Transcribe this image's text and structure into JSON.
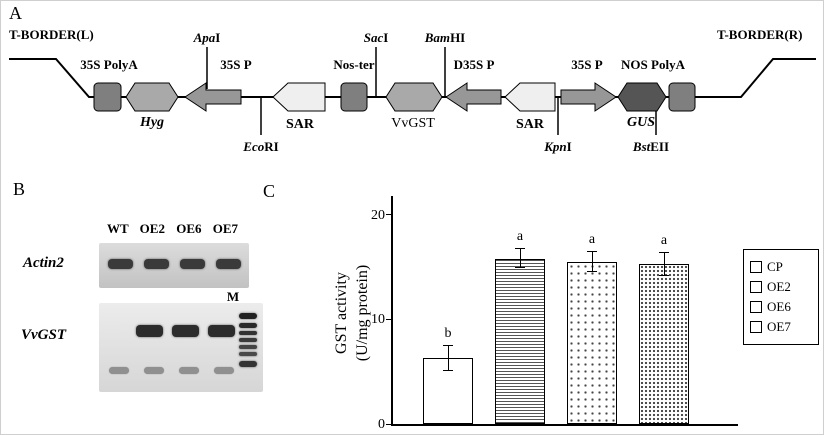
{
  "figure": {
    "panel_a": {
      "label": "A",
      "t_border_left": "T-BORDER(L)",
      "t_border_right": "T-BORDER(R)",
      "region_labels": {
        "polyA_35s": "35S PolyA",
        "p35s_1": "35S P",
        "nos_ter": "Nos-ter",
        "d35s_p": "D35S P",
        "p35s_2": "35S P",
        "nos_polyA": "NOS PolyA"
      },
      "gene_labels": {
        "hyg": "Hyg",
        "sar1": "SAR",
        "vvgst": "VvGST",
        "sar2": "SAR",
        "gus": "GUS"
      },
      "restriction_sites": {
        "apaI": {
          "italic": "Apa",
          "roman": "I"
        },
        "sacI": {
          "italic": "Sac",
          "roman": "I"
        },
        "bamHI": {
          "italic": "Bam",
          "roman": "HI"
        },
        "ecoRI": {
          "italic": "Eco",
          "roman": "RI"
        },
        "kpnI": {
          "italic": "Kpn",
          "roman": "I"
        },
        "bstEII": {
          "italic": "Bst",
          "roman": "EII"
        }
      }
    },
    "panel_b": {
      "label": "B",
      "lane_header": "WT OE2 OE6 OE7",
      "marker_label": "M",
      "gel1_name": "Actin2",
      "gel2_name": "VvGST"
    },
    "panel_c": {
      "label": "C",
      "ylabel_line1": "GST activity",
      "ylabel_line2": "(U/mg protein)"
    }
  },
  "chart_data": {
    "type": "bar",
    "categories": [
      "CP",
      "OE2",
      "OE6",
      "OE7"
    ],
    "values": [
      6.3,
      15.8,
      15.5,
      15.3
    ],
    "errors": [
      1.2,
      0.9,
      1.0,
      1.1
    ],
    "significance_letters": [
      "b",
      "a",
      "a",
      "a"
    ],
    "title": "",
    "xlabel": "",
    "ylabel": "GST activity (U/mg protein)",
    "ylim": [
      0,
      22
    ],
    "yticks": [
      0,
      10,
      20
    ],
    "grid": false,
    "legend": [
      "CP",
      "OE2",
      "OE6",
      "OE7"
    ],
    "legend_position": "right",
    "bar_patterns": [
      "solid-white",
      "fine-horizontal-hatch",
      "dots-sparse",
      "dots-dense"
    ]
  }
}
